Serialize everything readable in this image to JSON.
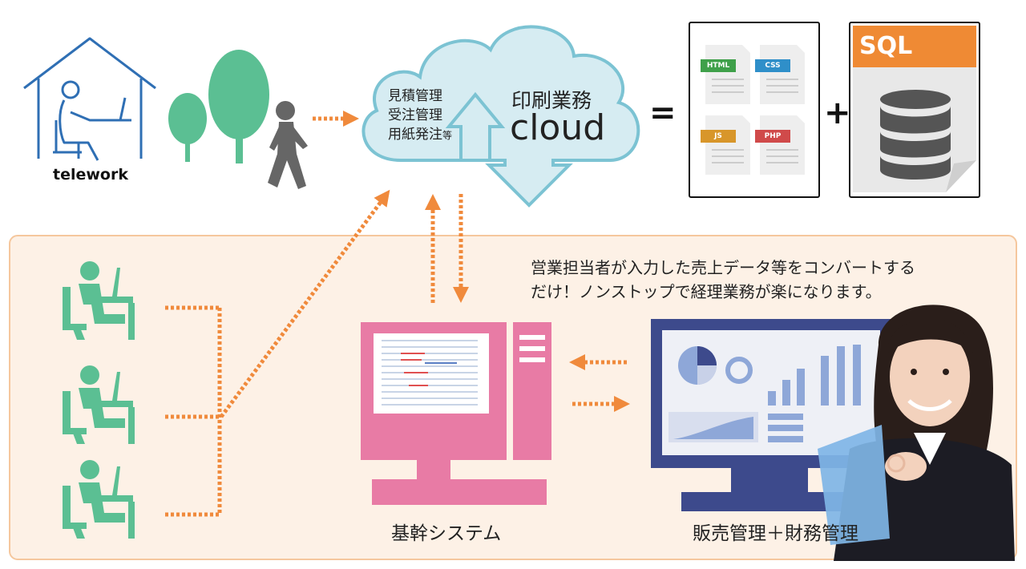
{
  "telework_label": "telework",
  "cloud": {
    "services": [
      "見積管理",
      "受注管理",
      "用紙発注"
    ],
    "services_suffix": "等",
    "title": "印刷業務",
    "subtitle": "cloud"
  },
  "equals_sign": "=",
  "plus_sign": "+",
  "web_files": [
    {
      "label": "HTML",
      "color": "#3fa04a"
    },
    {
      "label": "CSS",
      "color": "#2f8fc9"
    },
    {
      "label": "JS",
      "color": "#d8962a"
    },
    {
      "label": "PHP",
      "color": "#d04a4a"
    }
  ],
  "sql_label": "SQL",
  "description": {
    "line1": "営業担当者が入力した売上データ等をコンバートする",
    "line2": "だけ！ノンストップで経理業務が楽になります。"
  },
  "core_system_label": "基幹システム",
  "sales_finance_label": "販売管理＋財務管理",
  "colors": {
    "cloud_fill": "#d6ecf2",
    "cloud_stroke": "#7cc3d3",
    "arrow": "#f08a3c",
    "panel_bg": "#fdf1e6",
    "panel_border": "#f5c79d",
    "worker_green": "#5bbf93",
    "house_blue": "#2f6fb4",
    "pc_pink": "#e87ba5",
    "monitor_navy": "#3d4a8c",
    "sql_orange": "#ef8a34"
  }
}
